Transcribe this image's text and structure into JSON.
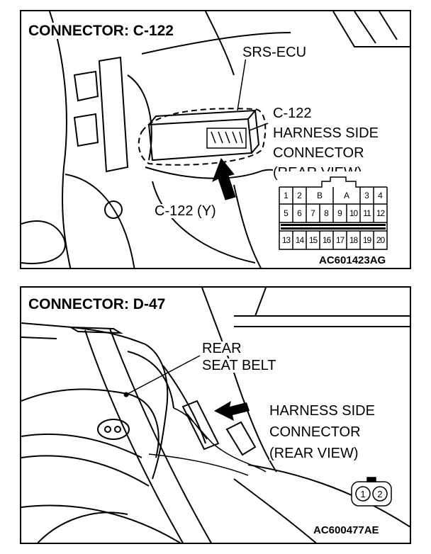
{
  "panels": [
    {
      "title": "CONNECTOR: C-122",
      "component_label": "SRS-ECU",
      "connector_desc": [
        "C-122",
        "HARNESS SIDE",
        "CONNECTOR",
        "(REAR VIEW)"
      ],
      "plug_label": "C-122 (Y)",
      "figure_code": "AC601423AG",
      "pins_row1": [
        "1",
        "2",
        "B",
        "A",
        "3",
        "4"
      ],
      "pins_row2": [
        "5",
        "6",
        "7",
        "8",
        "9",
        "10",
        "11",
        "12"
      ],
      "pins_row3": [
        "13",
        "14",
        "15",
        "16",
        "17",
        "18",
        "19",
        "20"
      ]
    },
    {
      "title": "CONNECTOR: D-47",
      "component_label": [
        "REAR",
        "SEAT BELT"
      ],
      "connector_desc": [
        "HARNESS SIDE",
        "CONNECTOR",
        "(REAR VIEW)"
      ],
      "pins": [
        "1",
        "2"
      ],
      "figure_code": "AC600477AE"
    }
  ]
}
